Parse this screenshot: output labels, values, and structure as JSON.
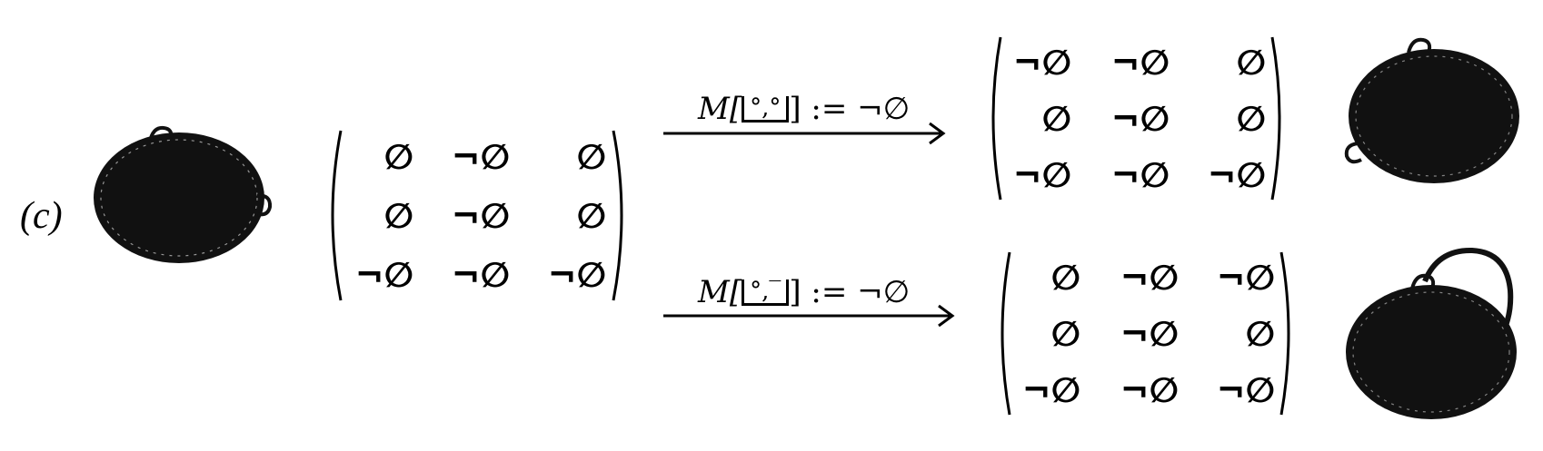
{
  "panel_label": "(c)",
  "symbols": {
    "empty": "∅",
    "not_empty": "¬∅"
  },
  "source_matrix": {
    "rows": [
      [
        "∅",
        "¬∅",
        "∅"
      ],
      [
        "∅",
        "¬∅",
        "∅"
      ],
      [
        "¬∅",
        "¬∅",
        "¬∅"
      ]
    ]
  },
  "transforms": [
    {
      "label_prefix": "M[",
      "arg": "°,°",
      "label_suffix": "] := ¬∅",
      "result_matrix": {
        "rows": [
          [
            "¬∅",
            "¬∅",
            "∅"
          ],
          [
            "∅",
            "¬∅",
            "∅"
          ],
          [
            "¬∅",
            "¬∅",
            "¬∅"
          ]
        ]
      }
    },
    {
      "label_prefix": "M[",
      "arg": "°,‾",
      "label_suffix": "] := ¬∅",
      "result_matrix": {
        "rows": [
          [
            "∅",
            "¬∅",
            "¬∅"
          ],
          [
            "∅",
            "¬∅",
            "∅"
          ],
          [
            "¬∅",
            "¬∅",
            "¬∅"
          ]
        ]
      }
    }
  ],
  "shape_fill": "#111111",
  "shape_highlight": "#cfcfcf"
}
